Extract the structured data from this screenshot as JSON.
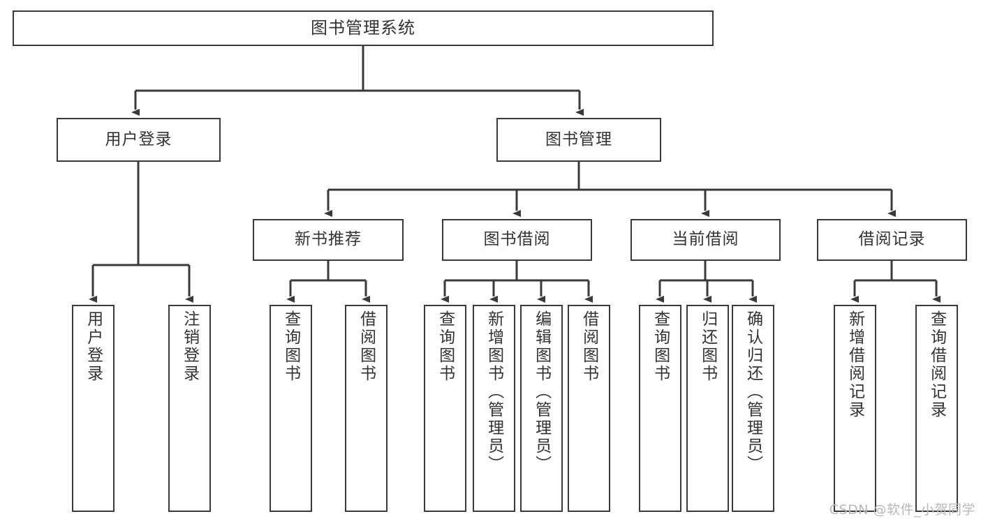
{
  "diagram": {
    "type": "tree-hierarchy",
    "title": "图书管理系统",
    "watermark": "CSDN @软件_小贺同学",
    "colors": {
      "box_border": "#3a3a3a",
      "box_fill": "#ffffff",
      "connector": "#3a3a3a",
      "text": "#333333",
      "watermark": "#b8b8b8",
      "background": "#ffffff"
    },
    "nodes": {
      "root": {
        "label": "图书管理系统"
      },
      "level2": [
        {
          "id": "user-login",
          "label": "用户登录"
        },
        {
          "id": "book-management",
          "label": "图书管理"
        }
      ],
      "level3": [
        {
          "id": "new-book-recommend",
          "label": "新书推荐"
        },
        {
          "id": "book-borrow",
          "label": "图书借阅"
        },
        {
          "id": "current-borrow",
          "label": "当前借阅"
        },
        {
          "id": "borrow-record",
          "label": "借阅记录"
        }
      ],
      "leaves": {
        "user-login": [
          {
            "id": "leaf-user-login",
            "label": "用户登录"
          },
          {
            "id": "leaf-logout",
            "label": "注销登录"
          }
        ],
        "new-book-recommend": [
          {
            "id": "leaf-query-book-1",
            "label": "查询图书"
          },
          {
            "id": "leaf-borrow-book-1",
            "label": "借阅图书"
          }
        ],
        "book-borrow": [
          {
            "id": "leaf-query-book-2",
            "label": "查询图书"
          },
          {
            "id": "leaf-add-book",
            "label": "新增图书（管理员）"
          },
          {
            "id": "leaf-edit-book",
            "label": "编辑图书（管理员）"
          },
          {
            "id": "leaf-borrow-book-2",
            "label": "借阅图书"
          }
        ],
        "current-borrow": [
          {
            "id": "leaf-query-book-3",
            "label": "查询图书"
          },
          {
            "id": "leaf-return-book",
            "label": "归还图书"
          },
          {
            "id": "leaf-confirm-return",
            "label": "确认归还（管理员）"
          }
        ],
        "borrow-record": [
          {
            "id": "leaf-add-record",
            "label": "新增借阅记录"
          },
          {
            "id": "leaf-query-record",
            "label": "查询借阅记录"
          }
        ]
      }
    }
  }
}
